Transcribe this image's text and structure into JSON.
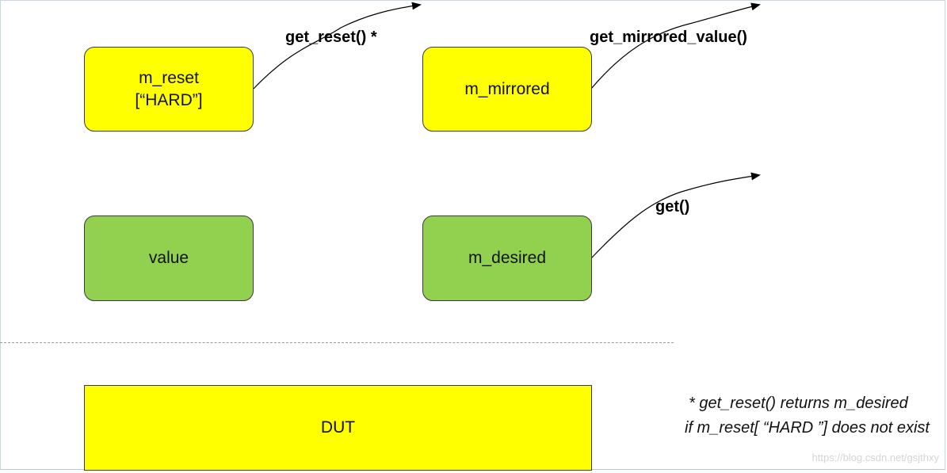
{
  "nodes": {
    "m_reset": {
      "line1": "m_reset",
      "line2": "[“HARD”]",
      "fill": "#ffff00"
    },
    "m_mirrored": {
      "label": "m_mirrored",
      "fill": "#ffff00"
    },
    "value": {
      "label": "value",
      "fill": "#92d050"
    },
    "m_desired": {
      "label": "m_desired",
      "fill": "#92d050"
    },
    "dut": {
      "label": "DUT",
      "fill": "#ffff00"
    }
  },
  "methods": {
    "get_reset": "get_reset() *",
    "get_mirrored_value": "get_mirrored_value()",
    "get": "get()"
  },
  "footnote": {
    "line1": "* get_reset() returns m_desired",
    "line2": "if m_reset[ “HARD ”] does not exist"
  },
  "watermark": "https://blog.csdn.net/gsjthxy"
}
